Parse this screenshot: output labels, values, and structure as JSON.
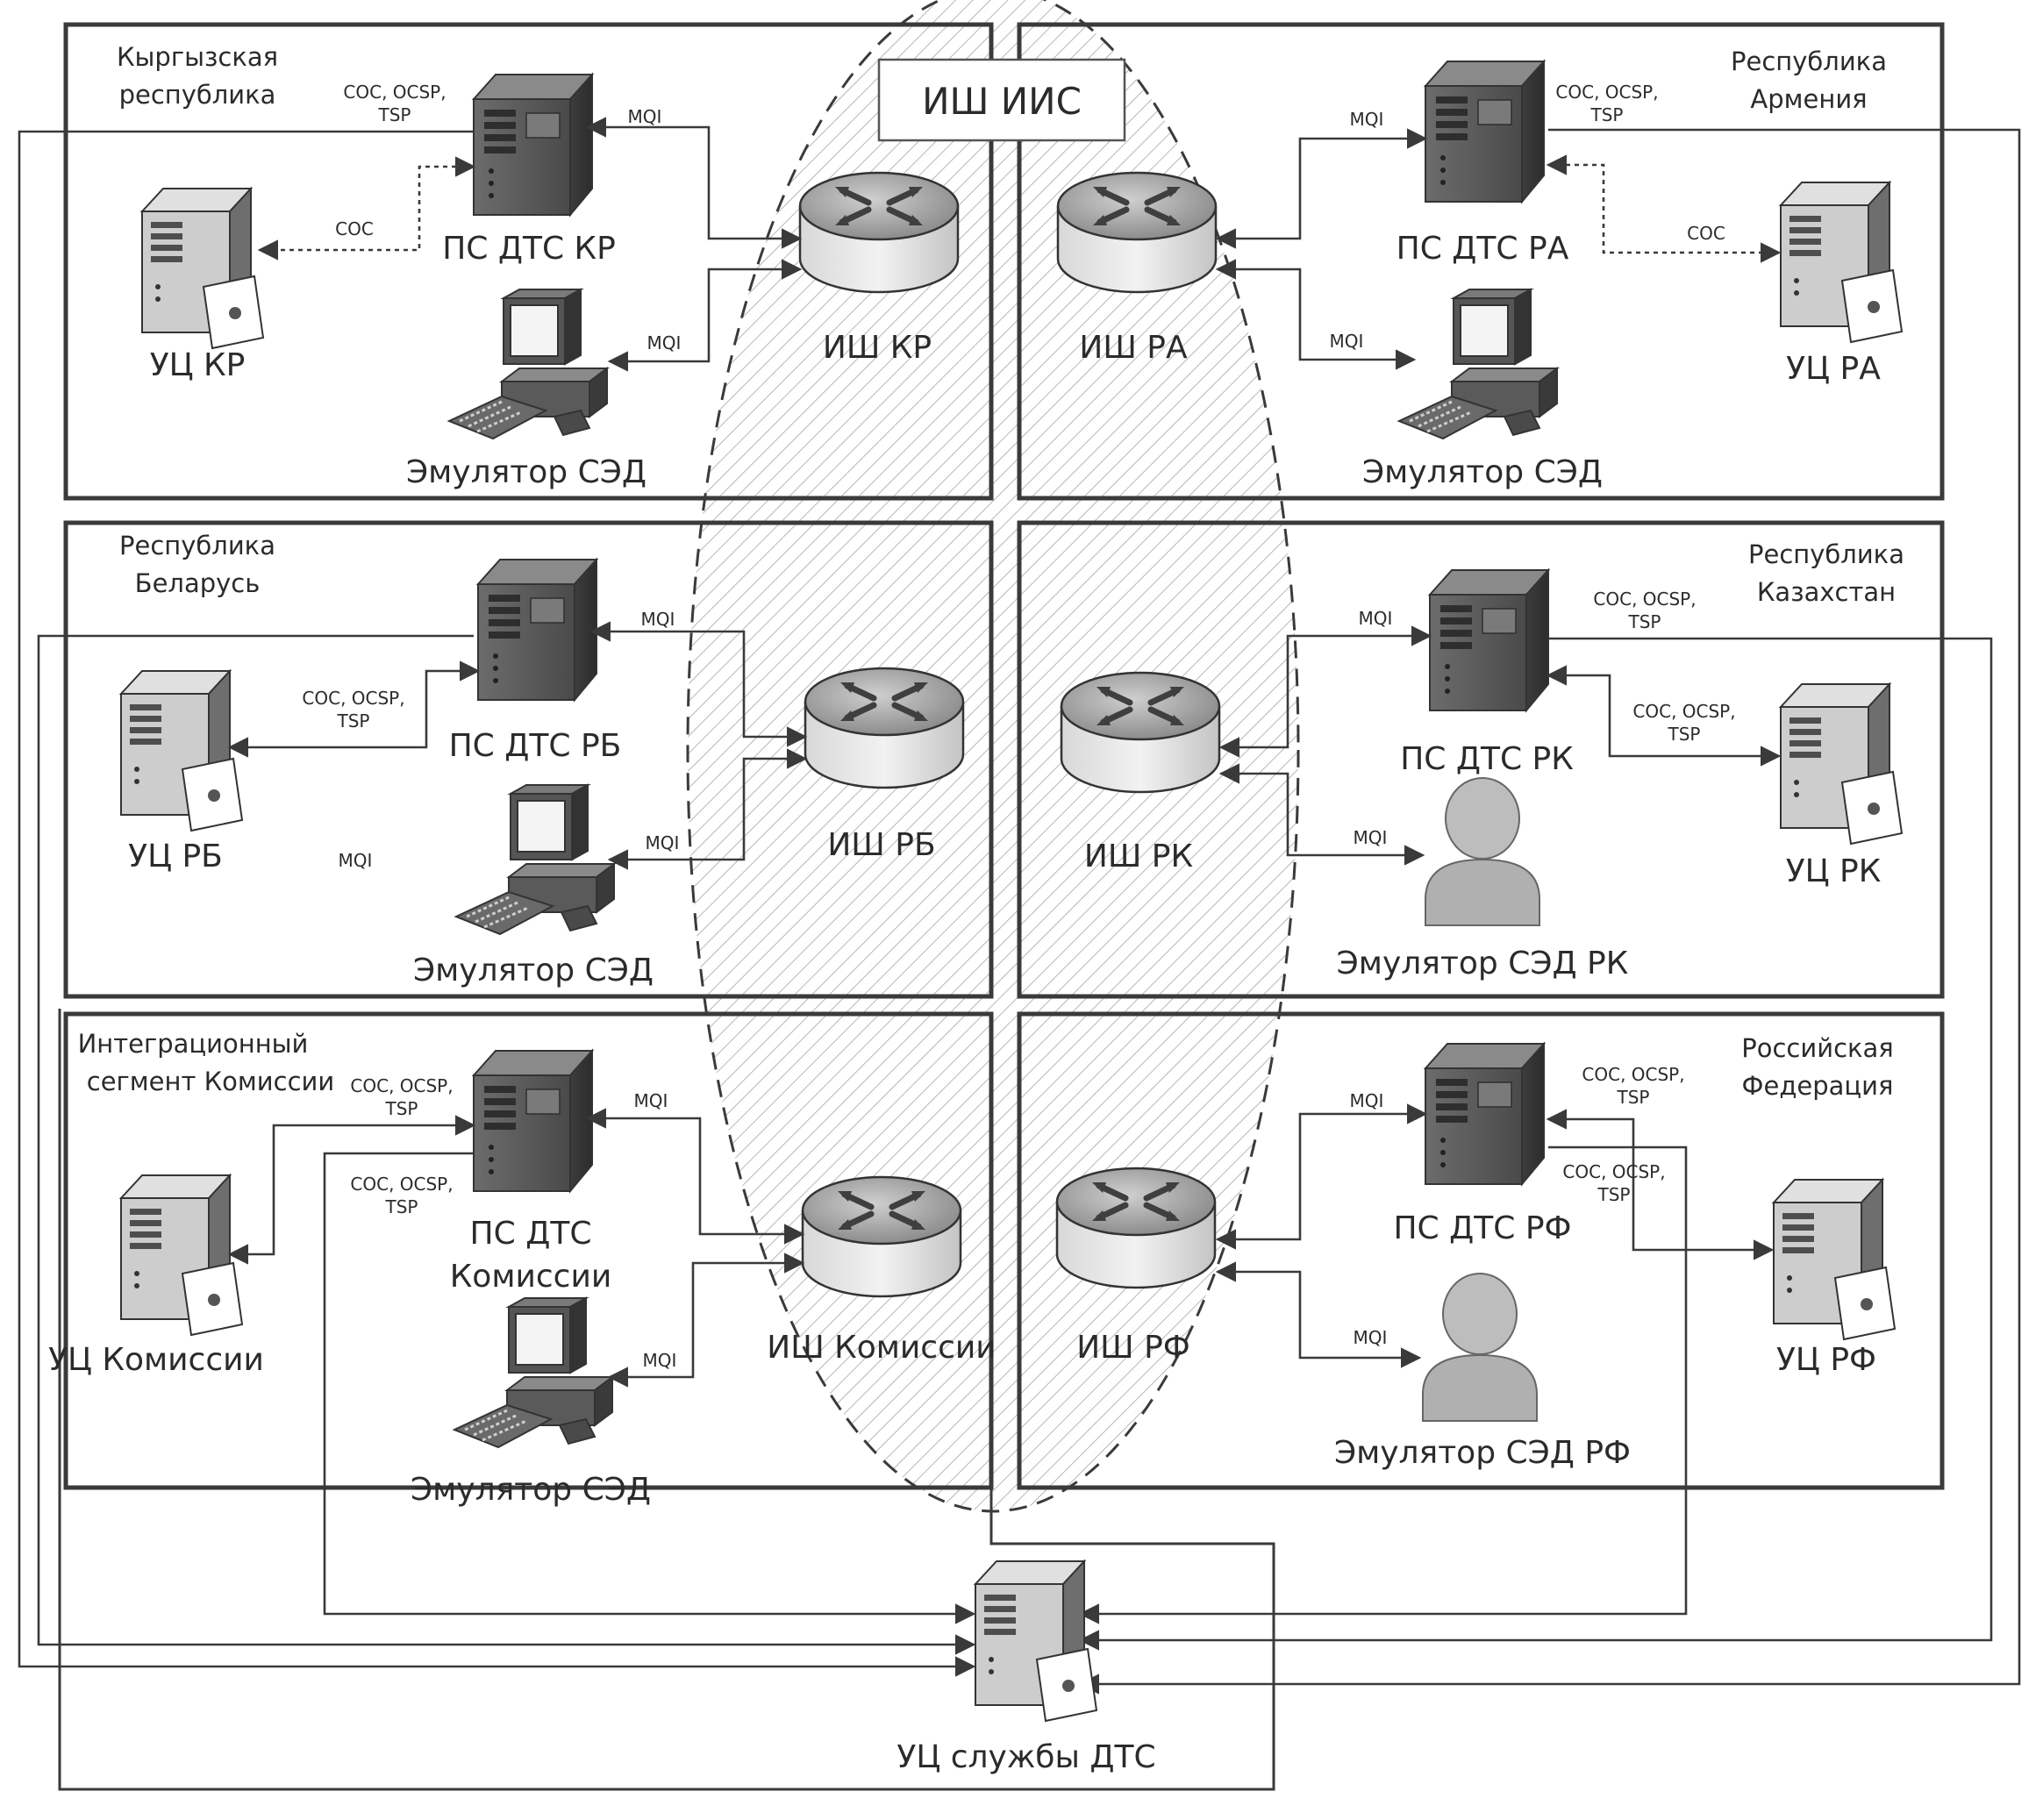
{
  "title": "ИШ ИИС",
  "protocols": {
    "mq": "MQI",
    "coc": "COC",
    "coc_ocsp_tsp": [
      "COC, OCSP,",
      "TSP"
    ]
  },
  "segments": {
    "kr": {
      "region": [
        "Кыргызская",
        "республика"
      ],
      "server": [
        "ПС ДТС КР"
      ],
      "ca": [
        "УЦ КР"
      ],
      "router": "ИШ КР",
      "emulator": "Эмулятор СЭД"
    },
    "ra": {
      "region": [
        "Республика",
        "Армения"
      ],
      "server": [
        "ПС ДТС РА"
      ],
      "ca": [
        "УЦ РА"
      ],
      "router": "ИШ РА",
      "emulator": "Эмулятор СЭД"
    },
    "rb": {
      "region": [
        "Республика",
        "Беларусь"
      ],
      "server": [
        "ПС ДТС РБ"
      ],
      "ca": [
        "УЦ РБ"
      ],
      "router": "ИШ РБ",
      "emulator": "Эмулятор СЭД"
    },
    "rk": {
      "region": [
        "Республика",
        "Казахстан"
      ],
      "server": [
        "ПС ДТС РК"
      ],
      "ca": [
        "УЦ РК"
      ],
      "router": "ИШ РК",
      "emulator": "Эмулятор СЭД РК"
    },
    "kom": {
      "region": [
        "Интеграционный",
        "сегмент Комиссии"
      ],
      "server": [
        "ПС ДТС",
        "Комиссии"
      ],
      "ca": [
        "УЦ Комиссии"
      ],
      "router": "ИШ Комиссии",
      "emulator": "Эмулятор СЭД"
    },
    "rf": {
      "region": [
        "Российская",
        "Федерация"
      ],
      "server": [
        "ПС ДТС РФ"
      ],
      "ca": [
        "УЦ РФ"
      ],
      "router": "ИШ РФ",
      "emulator": "Эмулятор СЭД РФ"
    }
  },
  "root_ca": "УЦ службы ДТС",
  "colors": {
    "stroke": "#3a3a3a",
    "device_dark": "#5a5a5a",
    "device_light": "#d0d0d0",
    "hatch": "#9a9a9a"
  }
}
